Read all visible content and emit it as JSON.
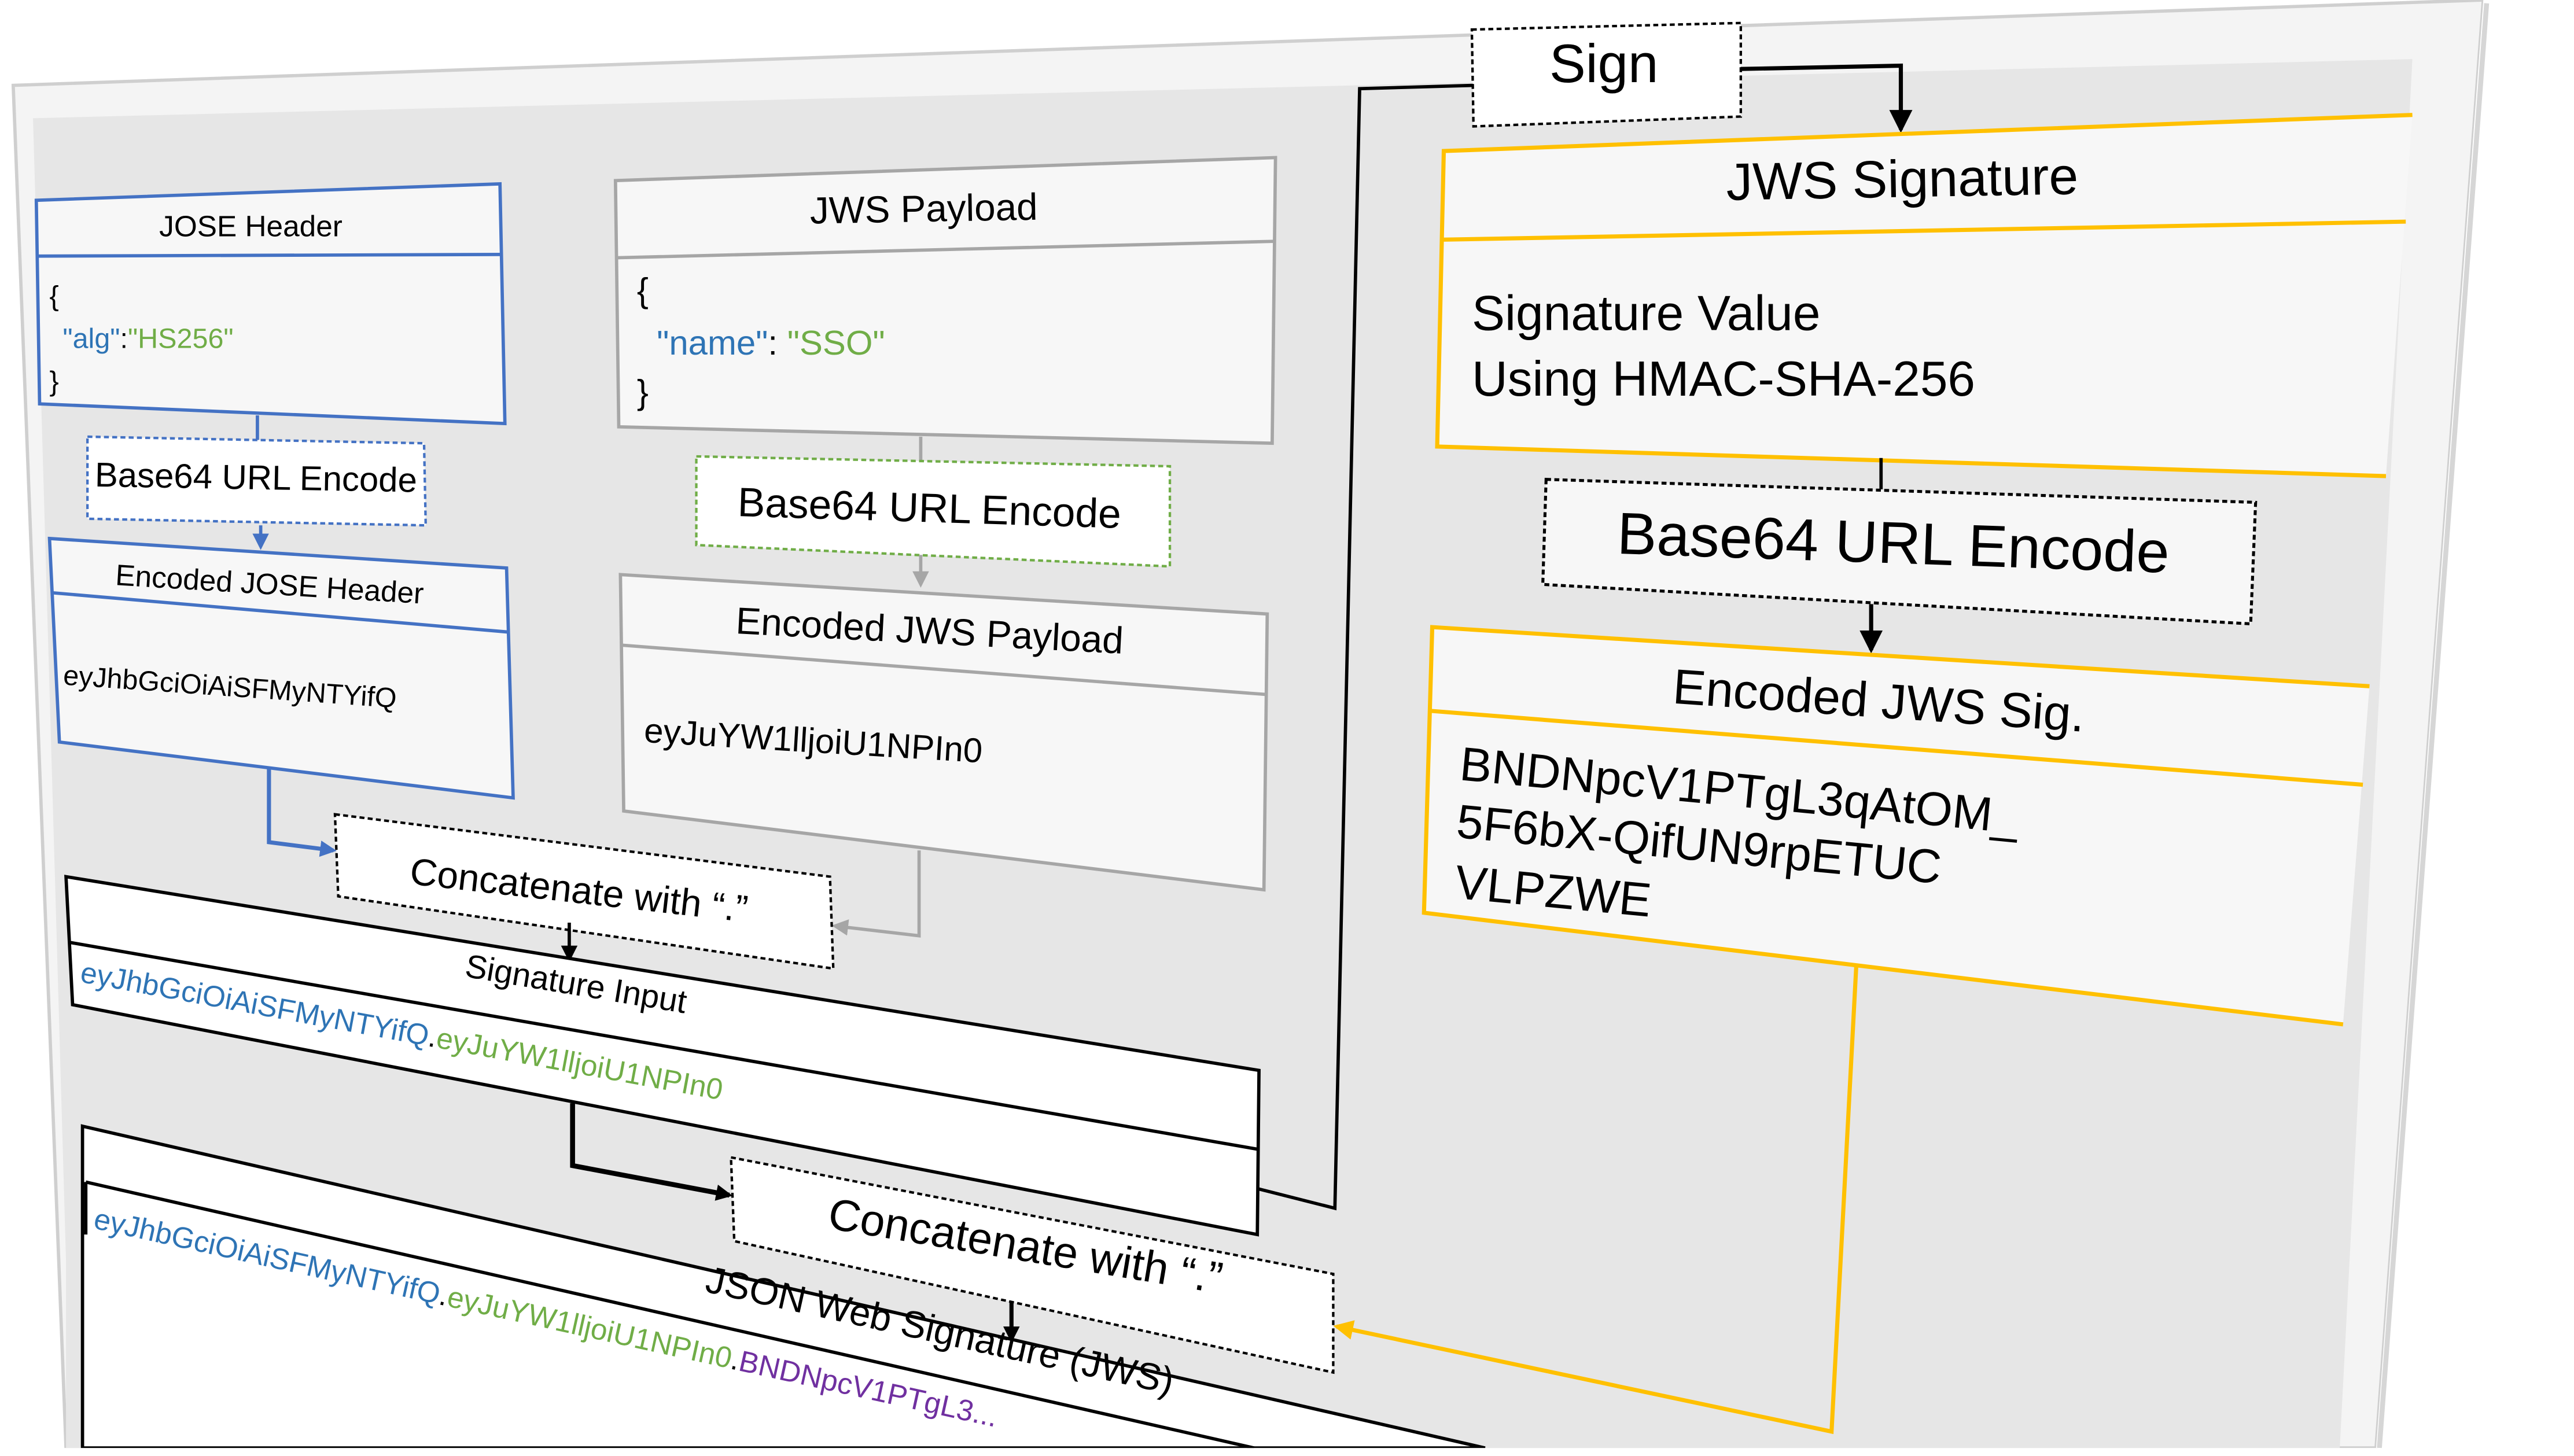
{
  "jose_header": {
    "title": "JOSE Header",
    "brace_open": "{",
    "key": "\"alg\"",
    "colon": ":",
    "value": "\"HS256\"",
    "brace_close": "}"
  },
  "jws_payload": {
    "title": "JWS Payload",
    "brace_open": "{",
    "key": "\"name\"",
    "colon": ": ",
    "value": "\"SSO\"",
    "brace_close": "}"
  },
  "header_encode_label": "Base64 URL Encode",
  "payload_encode_label": "Base64 URL Encode",
  "signature_encode_label": "Base64 URL Encode",
  "encoded_header": {
    "title": "Encoded JOSE Header",
    "value": "eyJhbGciOiAiSFMyNTYifQ"
  },
  "encoded_payload": {
    "title": "Encoded JWS Payload",
    "value": "eyJuYW1lljoiU1NPIn0"
  },
  "concat_1_label": "Concatenate with “.”",
  "concat_2_label": "Concatenate with “.”",
  "signature_input": {
    "title": "Signature Input",
    "part1": "eyJhbGciOiAiSFMyNTYifQ",
    "dot": ".",
    "part2": "eyJuYW1lljoiU1NPIn0"
  },
  "sign_label": "Sign",
  "jws_signature": {
    "title": "JWS Signature",
    "line1": "Signature Value",
    "line2": "Using HMAC-SHA-256"
  },
  "encoded_sig": {
    "title": "Encoded JWS Sig.",
    "line1": "BNDNpcV1PTgL3qAtOM_",
    "line2": "5F6bX-QifUN9rpETUC",
    "line3": "VLPZWE"
  },
  "jws": {
    "title": "JSON Web Signature (JWS)",
    "part1": "eyJhbGciOiAiSFMyNTYifQ",
    "dot1": ".",
    "part2": "eyJuYW1lljoiU1NPIn0",
    "dot2": ".",
    "part3": "BNDNpcV1PTgL3..."
  },
  "colors": {
    "header_blue": "#4472c4",
    "json_key_blue": "#2e74b5",
    "json_value_green": "#70ad47",
    "signature_orange": "#ffc000",
    "sig_purple": "#7030a0",
    "panel_gray": "#e6e6e6",
    "box_fill": "#f7f7f7"
  }
}
